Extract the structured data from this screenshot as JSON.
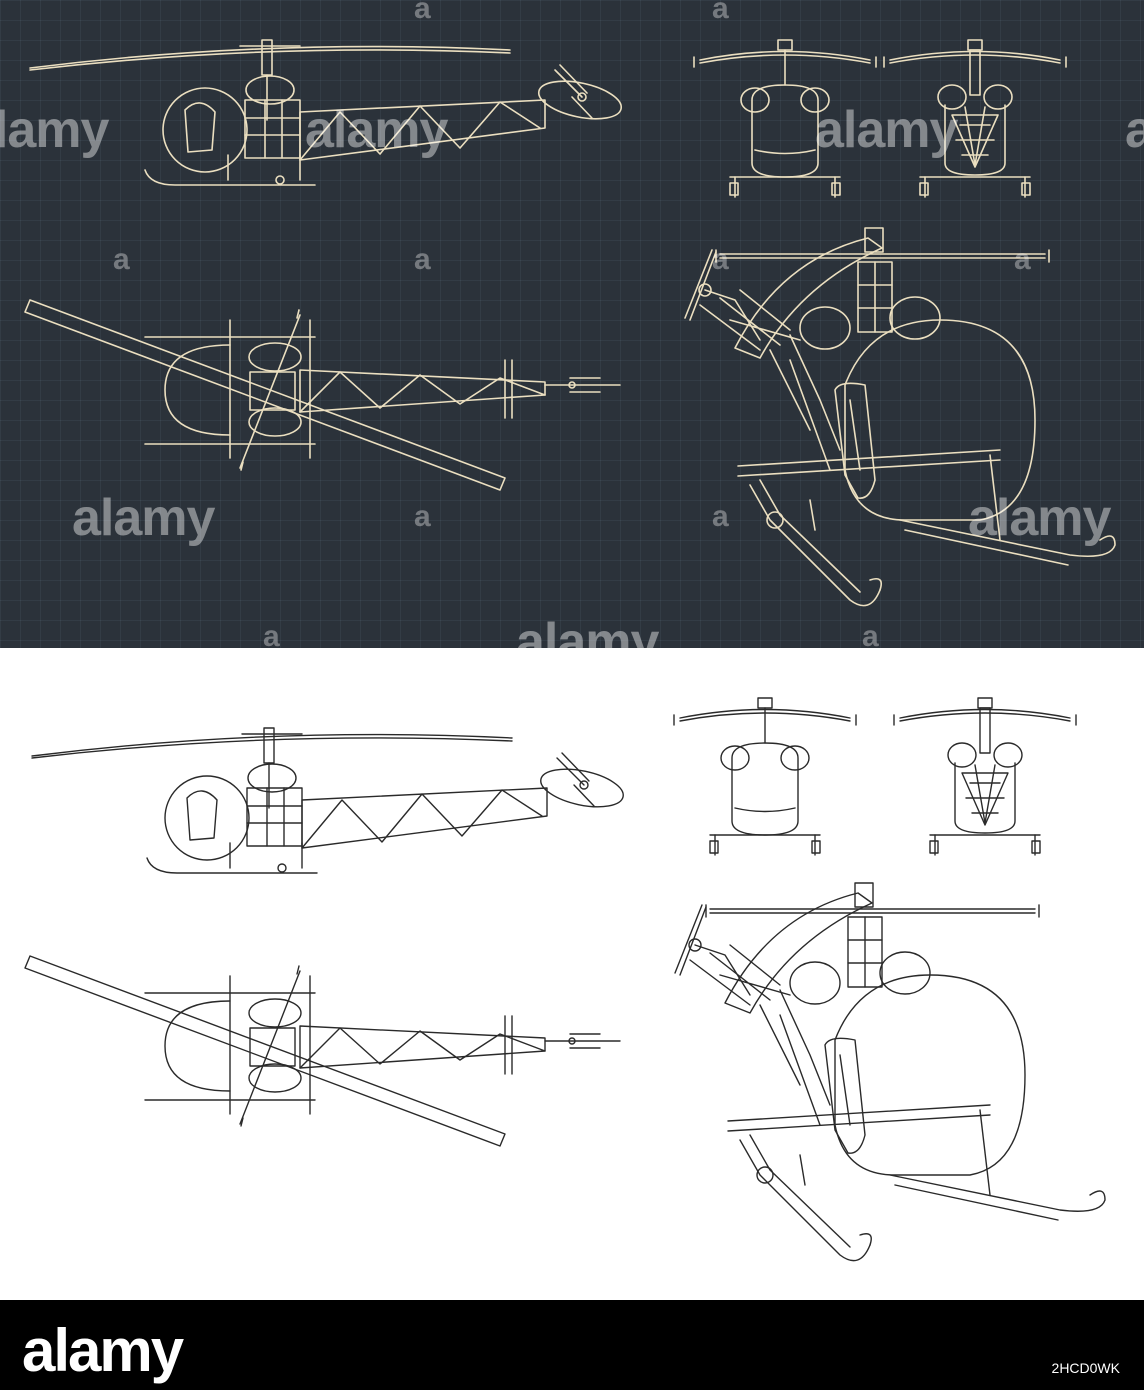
{
  "watermark": {
    "text": "alamy",
    "label_a": "a"
  },
  "footer": {
    "logo": "alamy",
    "image_id": "2HCD0WK"
  },
  "colors": {
    "dark_background": "#2b323a",
    "grid_line": "#3a434c",
    "dark_line": "#ebdfc0",
    "light_background": "#ffffff",
    "light_line": "#2a2a2a",
    "footer_background": "#000000"
  },
  "views": [
    "side-view",
    "front-view",
    "rear-view",
    "top-view",
    "perspective-view"
  ]
}
